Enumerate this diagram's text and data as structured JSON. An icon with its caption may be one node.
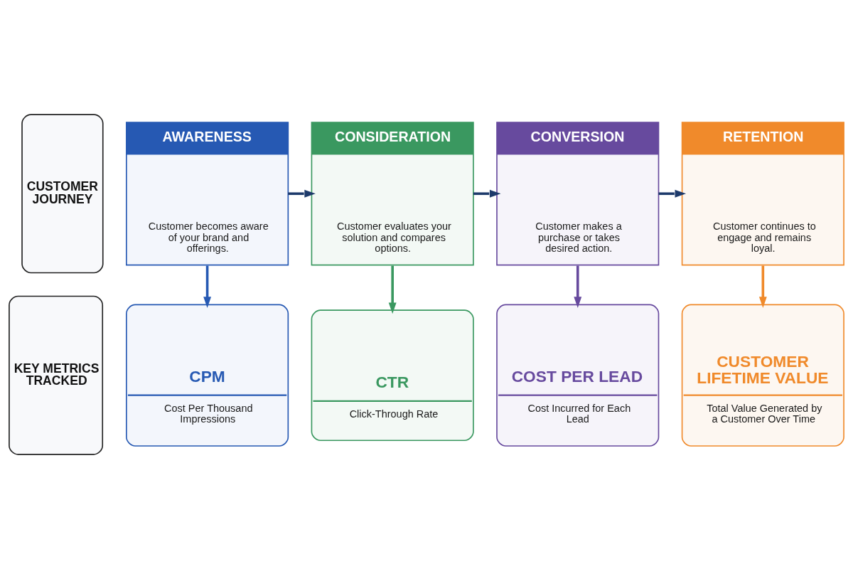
{
  "diagram": {
    "nodes": [
      {
        "text": [
          "CUSTOMER JOURNEY"
        ]
      },
      {
        "text": [
          "AWARENESS",
          "Customer becomes aware of your brand and offerings."
        ]
      },
      {
        "text": [
          "CONSIDERATION",
          "Customer evaluates your solution and compares options."
        ]
      },
      {
        "text": [
          "CONVERSION",
          "Customer makes a purchase or takes desired action."
        ]
      },
      {
        "text": [
          "RETENTION",
          "Customer continues to engage and remains loyal."
        ]
      },
      {
        "text": [
          "KEY METRICS TRACKED"
        ]
      },
      {
        "text": [
          "CPM",
          "Cost Per Thousand Impressions"
        ]
      },
      {
        "text": [
          "CTR",
          "Click-Through Rate"
        ]
      },
      {
        "text": [
          "COST PER LEAD",
          "Cost Incurred for Each Lead"
        ]
      },
      {
        "text": [
          "CUSTOMER LIFETIME VALUE",
          "Total Value Generated by a Customer Over Time"
        ]
      }
    ],
    "edges": [
      {
        "from": 1,
        "to": 2,
        "arrow": "to",
        "color": "#1d3a6b"
      },
      {
        "from": 2,
        "to": 3,
        "arrow": "to",
        "color": "#1d3a6b"
      },
      {
        "from": 3,
        "to": 4,
        "arrow": "to",
        "color": "#1d3a6b"
      },
      {
        "from": 1,
        "to": 6,
        "arrow": "to",
        "color": "#2659b3"
      },
      {
        "from": 2,
        "to": 7,
        "arrow": "to",
        "color": "#3a9860"
      },
      {
        "from": 3,
        "to": 8,
        "arrow": "to",
        "color": "#674a9e"
      },
      {
        "from": 4,
        "to": 9,
        "arrow": "to",
        "color": "#f08a2b"
      }
    ]
  }
}
